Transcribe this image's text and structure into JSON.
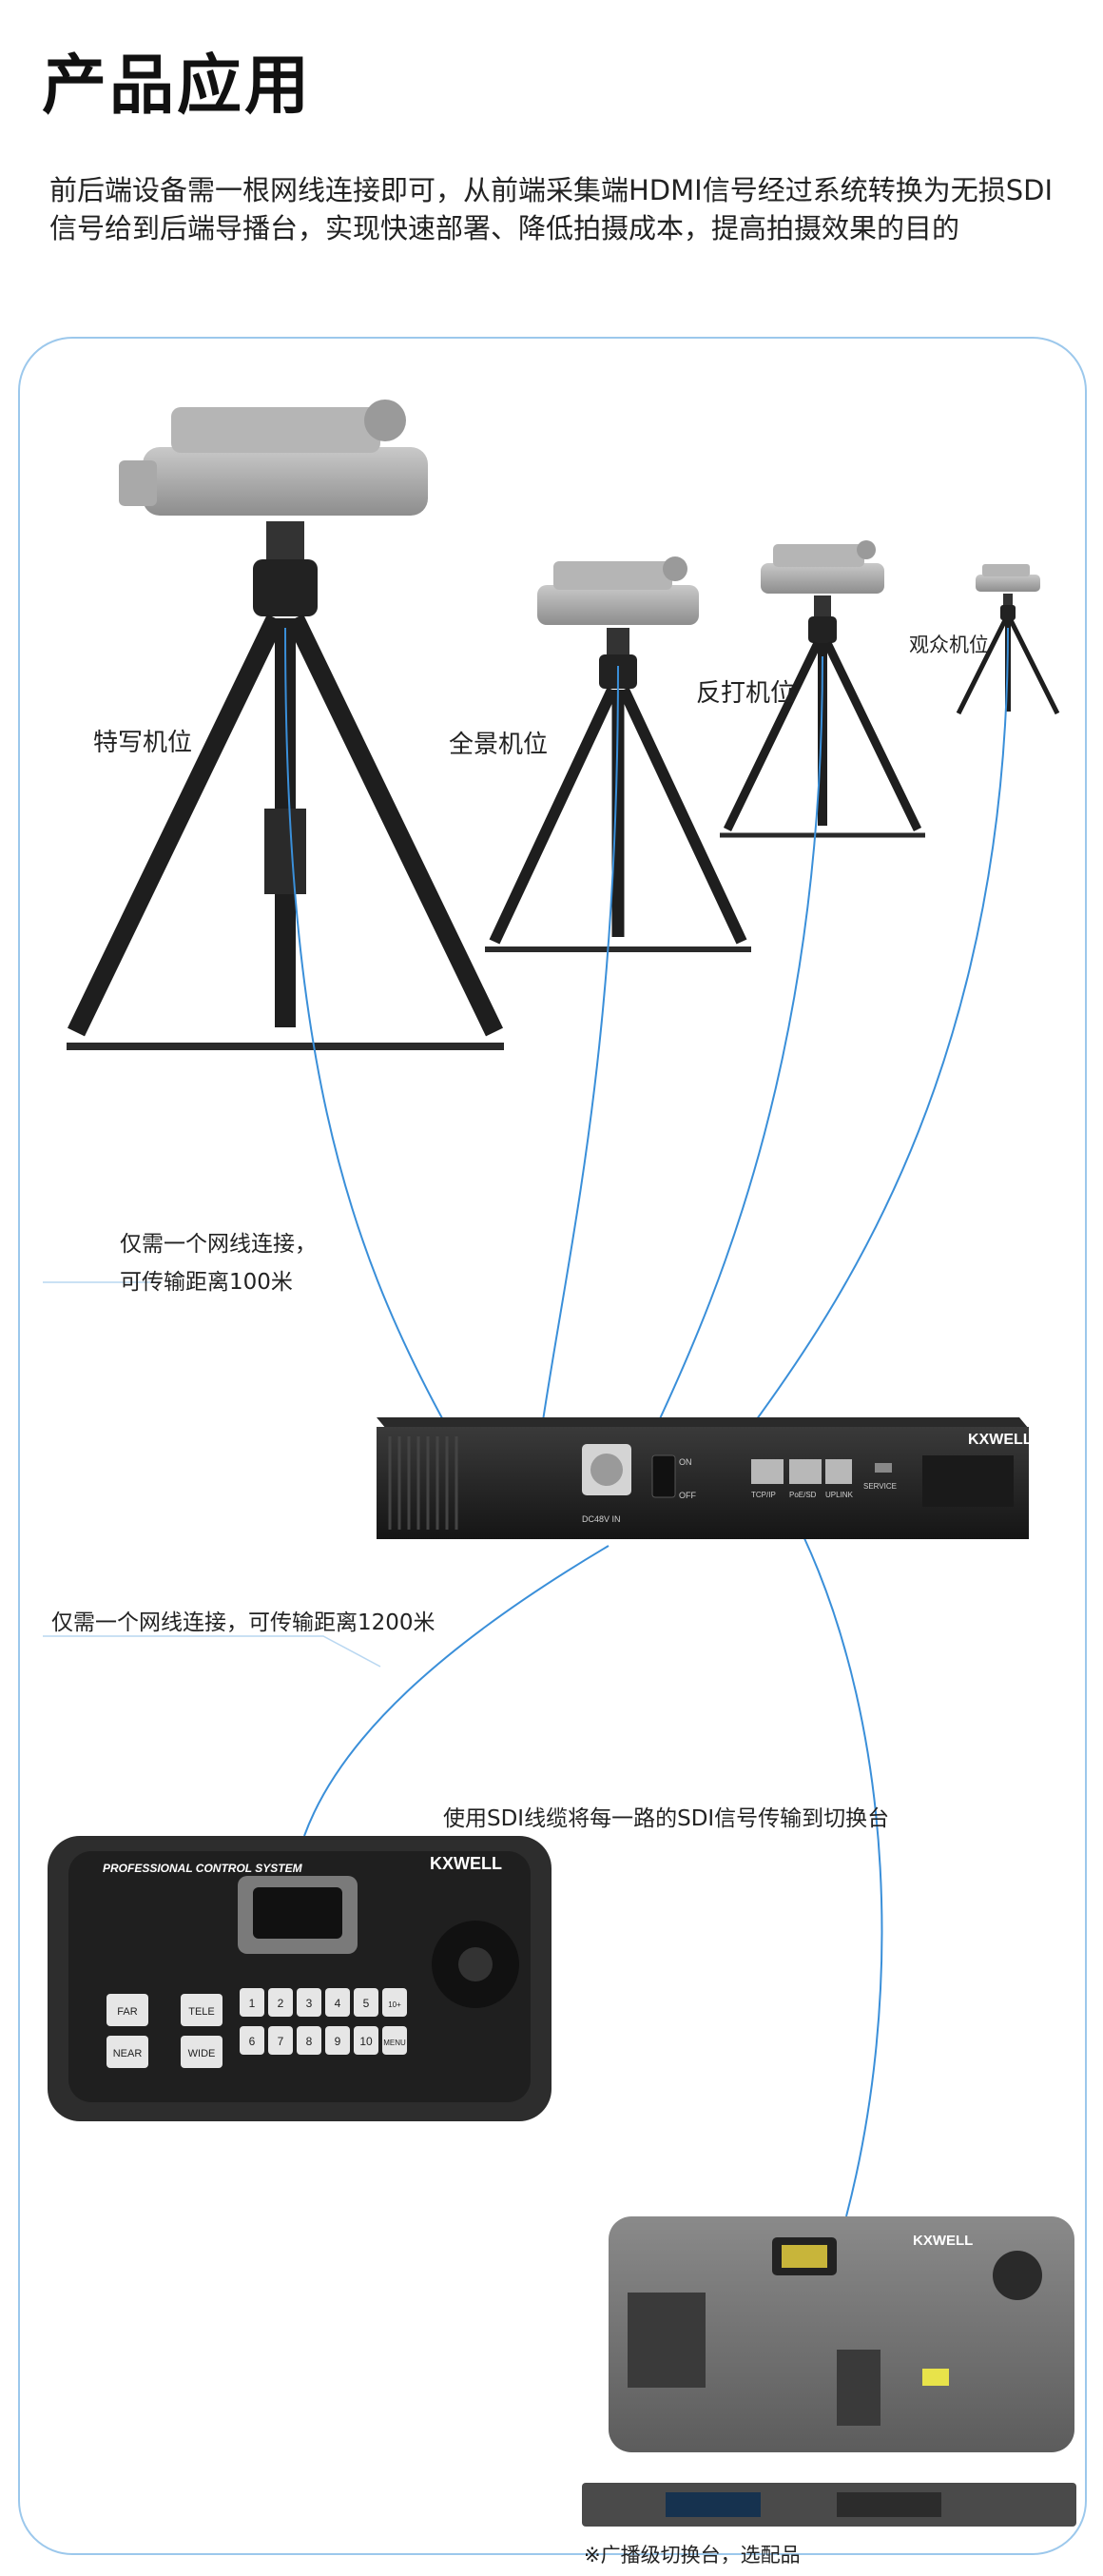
{
  "page": {
    "title": "产品应用",
    "intro": "前后端设备需一根网线连接即可，从前端采集端HDMI信号经过系统转换为无损SDI信号给到后端导播台，实现快速部署、降低拍摄成本，提高拍摄效果的目的"
  },
  "cameras": [
    {
      "label": "特写机位"
    },
    {
      "label": "全景机位"
    },
    {
      "label": "反打机位"
    },
    {
      "label": "观众机位"
    }
  ],
  "notes": {
    "note_100": "仅需一个网线连接，\n可传输距离100米",
    "note_1200": "仅需一个网线连接，可传输距离1200米",
    "note_sdi": "使用SDI线缆将每一路的SDI信号传输到切换台",
    "footnote": "※广播级切换台，选配品"
  },
  "devices": {
    "brand": "KXWELL",
    "controller_title": "PROFESSIONAL CONTROL SYSTEM",
    "rack_labels": {
      "power": "DC48V IN",
      "on": "ON",
      "off": "OFF",
      "port1": "TCP/IP",
      "port2": "PoE/SD",
      "port3": "UPLINK",
      "port4": "SERVICE"
    },
    "controller_keys": [
      "1",
      "2",
      "3",
      "4",
      "5",
      "10+",
      "6",
      "7",
      "8",
      "9",
      "10",
      "MENU"
    ],
    "controller_buttons": [
      "FAR",
      "NEAR",
      "TELE",
      "WIDE"
    ]
  },
  "colors": {
    "accent": "#3a8fd9",
    "frame": "#9cc8ec",
    "dark": "#1b1b1b"
  }
}
